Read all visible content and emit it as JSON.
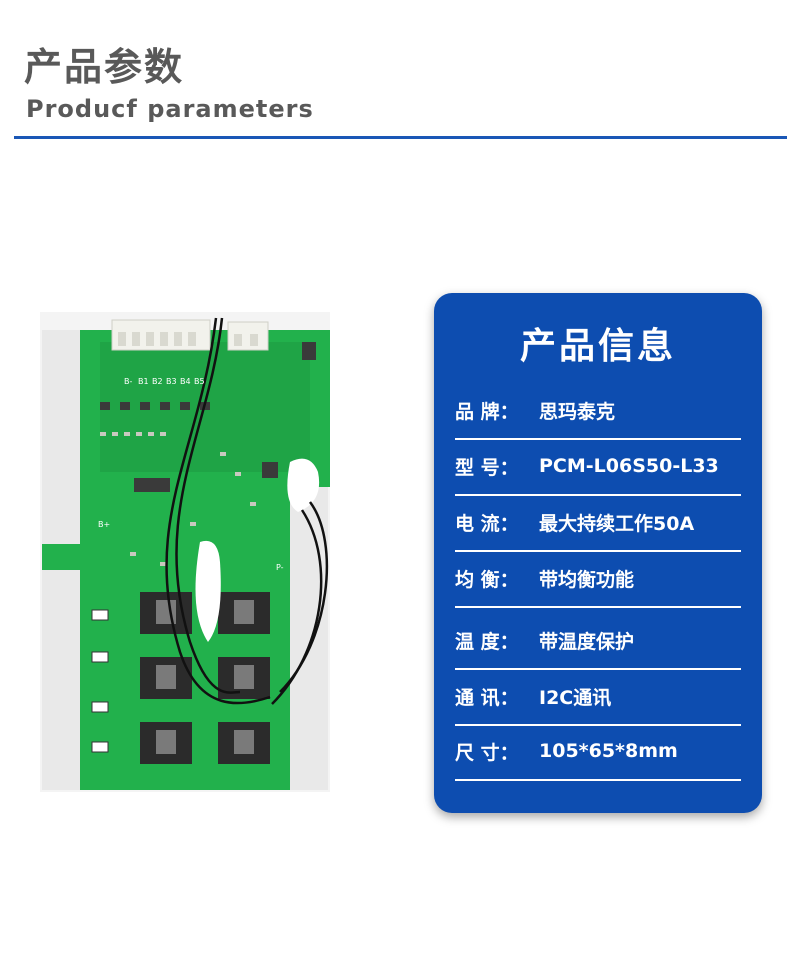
{
  "header": {
    "title_cn": "产品参数",
    "title_en": "Producf parameters"
  },
  "colors": {
    "accent": "#1a57b6",
    "card": "#0d4db0",
    "pcb_green": "#22b14c",
    "title_gray": "#595959"
  },
  "info_card": {
    "title": "产品信息",
    "specs": [
      {
        "label": "品 牌：",
        "value": "思玛泰克"
      },
      {
        "label": "型 号：",
        "value": "PCM-L06S50-L33"
      },
      {
        "label": "电  流：",
        "value": "最大持续工作50A"
      },
      {
        "label": "均  衡：",
        "value": "带均衡功能"
      },
      {
        "label": "温  度：",
        "value": "带温度保护"
      },
      {
        "label": "通  讯：",
        "value": "I2C通讯"
      },
      {
        "label": "尺  寸：",
        "value": "105*65*8mm"
      }
    ]
  },
  "pcb_labels": [
    "B-",
    "B1",
    "B2",
    "B3",
    "B4",
    "B5",
    "B+",
    "P-"
  ]
}
